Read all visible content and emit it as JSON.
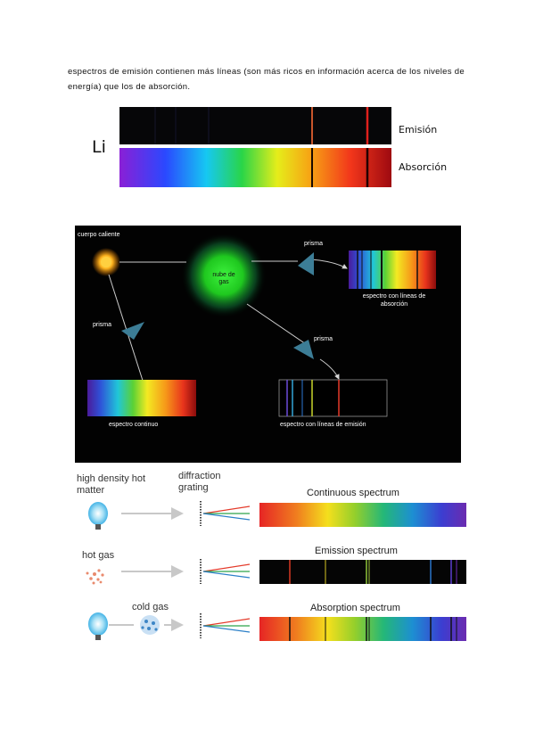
{
  "paragraph": "espectros de emisión contienen más líneas (son más ricos en información acerca de los niveles de energía) que los de absorción.",
  "li_figure": {
    "element": "Li",
    "emission_label": "Emisión",
    "absorption_label": "Absorción",
    "line_colors": [
      "#c8552a",
      "#e0201c"
    ]
  },
  "absorption_emission_diagram": {
    "hot_body_label": "cuerpo caliente",
    "gas_cloud_label": "nube de gas",
    "prism_label": "prisma",
    "absorption_spectrum_label": "espectro con líneas de absorción",
    "continuous_spectrum_label": "espectro continuo",
    "emission_spectrum_label": "espectro con líneas de emisión",
    "gas_color": "#2ad12a"
  },
  "spectra_types": {
    "rows": [
      {
        "source": "high density hot matter",
        "title": "Continuous spectrum"
      },
      {
        "source": "hot gas",
        "title": "Emission spectrum"
      },
      {
        "source": "cold gas",
        "title": "Absorption spectrum"
      }
    ],
    "grating_label": "diffraction grating"
  }
}
